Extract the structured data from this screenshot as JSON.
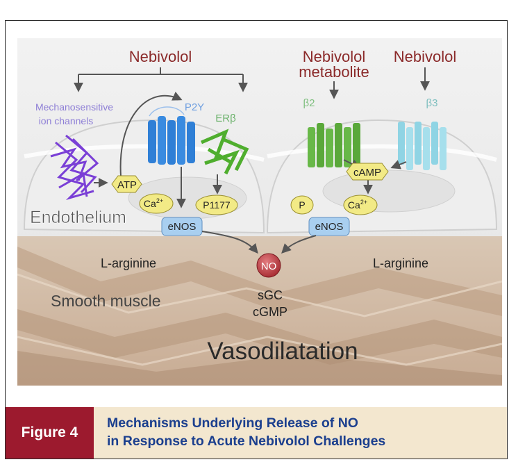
{
  "diagram": {
    "drugs": {
      "nebivolol_left": "Nebivolol",
      "metabolite_line1": "Nebivolol",
      "metabolite_line2": "metabolite",
      "nebivolol_right": "Nebivolol"
    },
    "receptors": {
      "mechano_line1": "Mechanosensitive",
      "mechano_line2": "ion channels",
      "p2y": "P2Y",
      "er_beta": "ERβ",
      "beta2": "β2",
      "beta3": "β3"
    },
    "molecules": {
      "atp": "ATP",
      "ca_left": "Ca",
      "ca_left_sup": "2+",
      "p1177": "P1177",
      "enos_left": "eNOS",
      "camp": "cAMP",
      "p": "P",
      "ca_right": "Ca",
      "ca_right_sup": "2+",
      "enos_right": "eNOS",
      "no": "NO",
      "sgc": "sGC",
      "cgmp": "cGMP"
    },
    "labels": {
      "endothelium": "Endothelium",
      "larginine_left": "L-arginine",
      "larginine_right": "L-arginine",
      "smooth_muscle": "Smooth muscle",
      "vasodilatation": "Vasodilatation"
    },
    "colors": {
      "drug_text": "#8b2a2a",
      "receptor_label": "#8e7fd6",
      "p2y_blue": "#2f7fd6",
      "er_green": "#4fae2e",
      "beta2_green": "#68b848",
      "beta3_cyan": "#8fd4e4",
      "yellow_pill": "#f2ea86",
      "enos_box": "#a9cff0",
      "no_red": "#c23b40",
      "mechano_purple": "#7a3fd6"
    }
  },
  "caption": {
    "figure_label": "Figure 4",
    "title_line1": "Mechanisms Underlying Release of NO",
    "title_line2": "in Response to Acute Nebivolol Challenges",
    "label_bg": "#9c1a2e",
    "bg": "#f3e7cf",
    "text_color": "#1b3f8e"
  }
}
